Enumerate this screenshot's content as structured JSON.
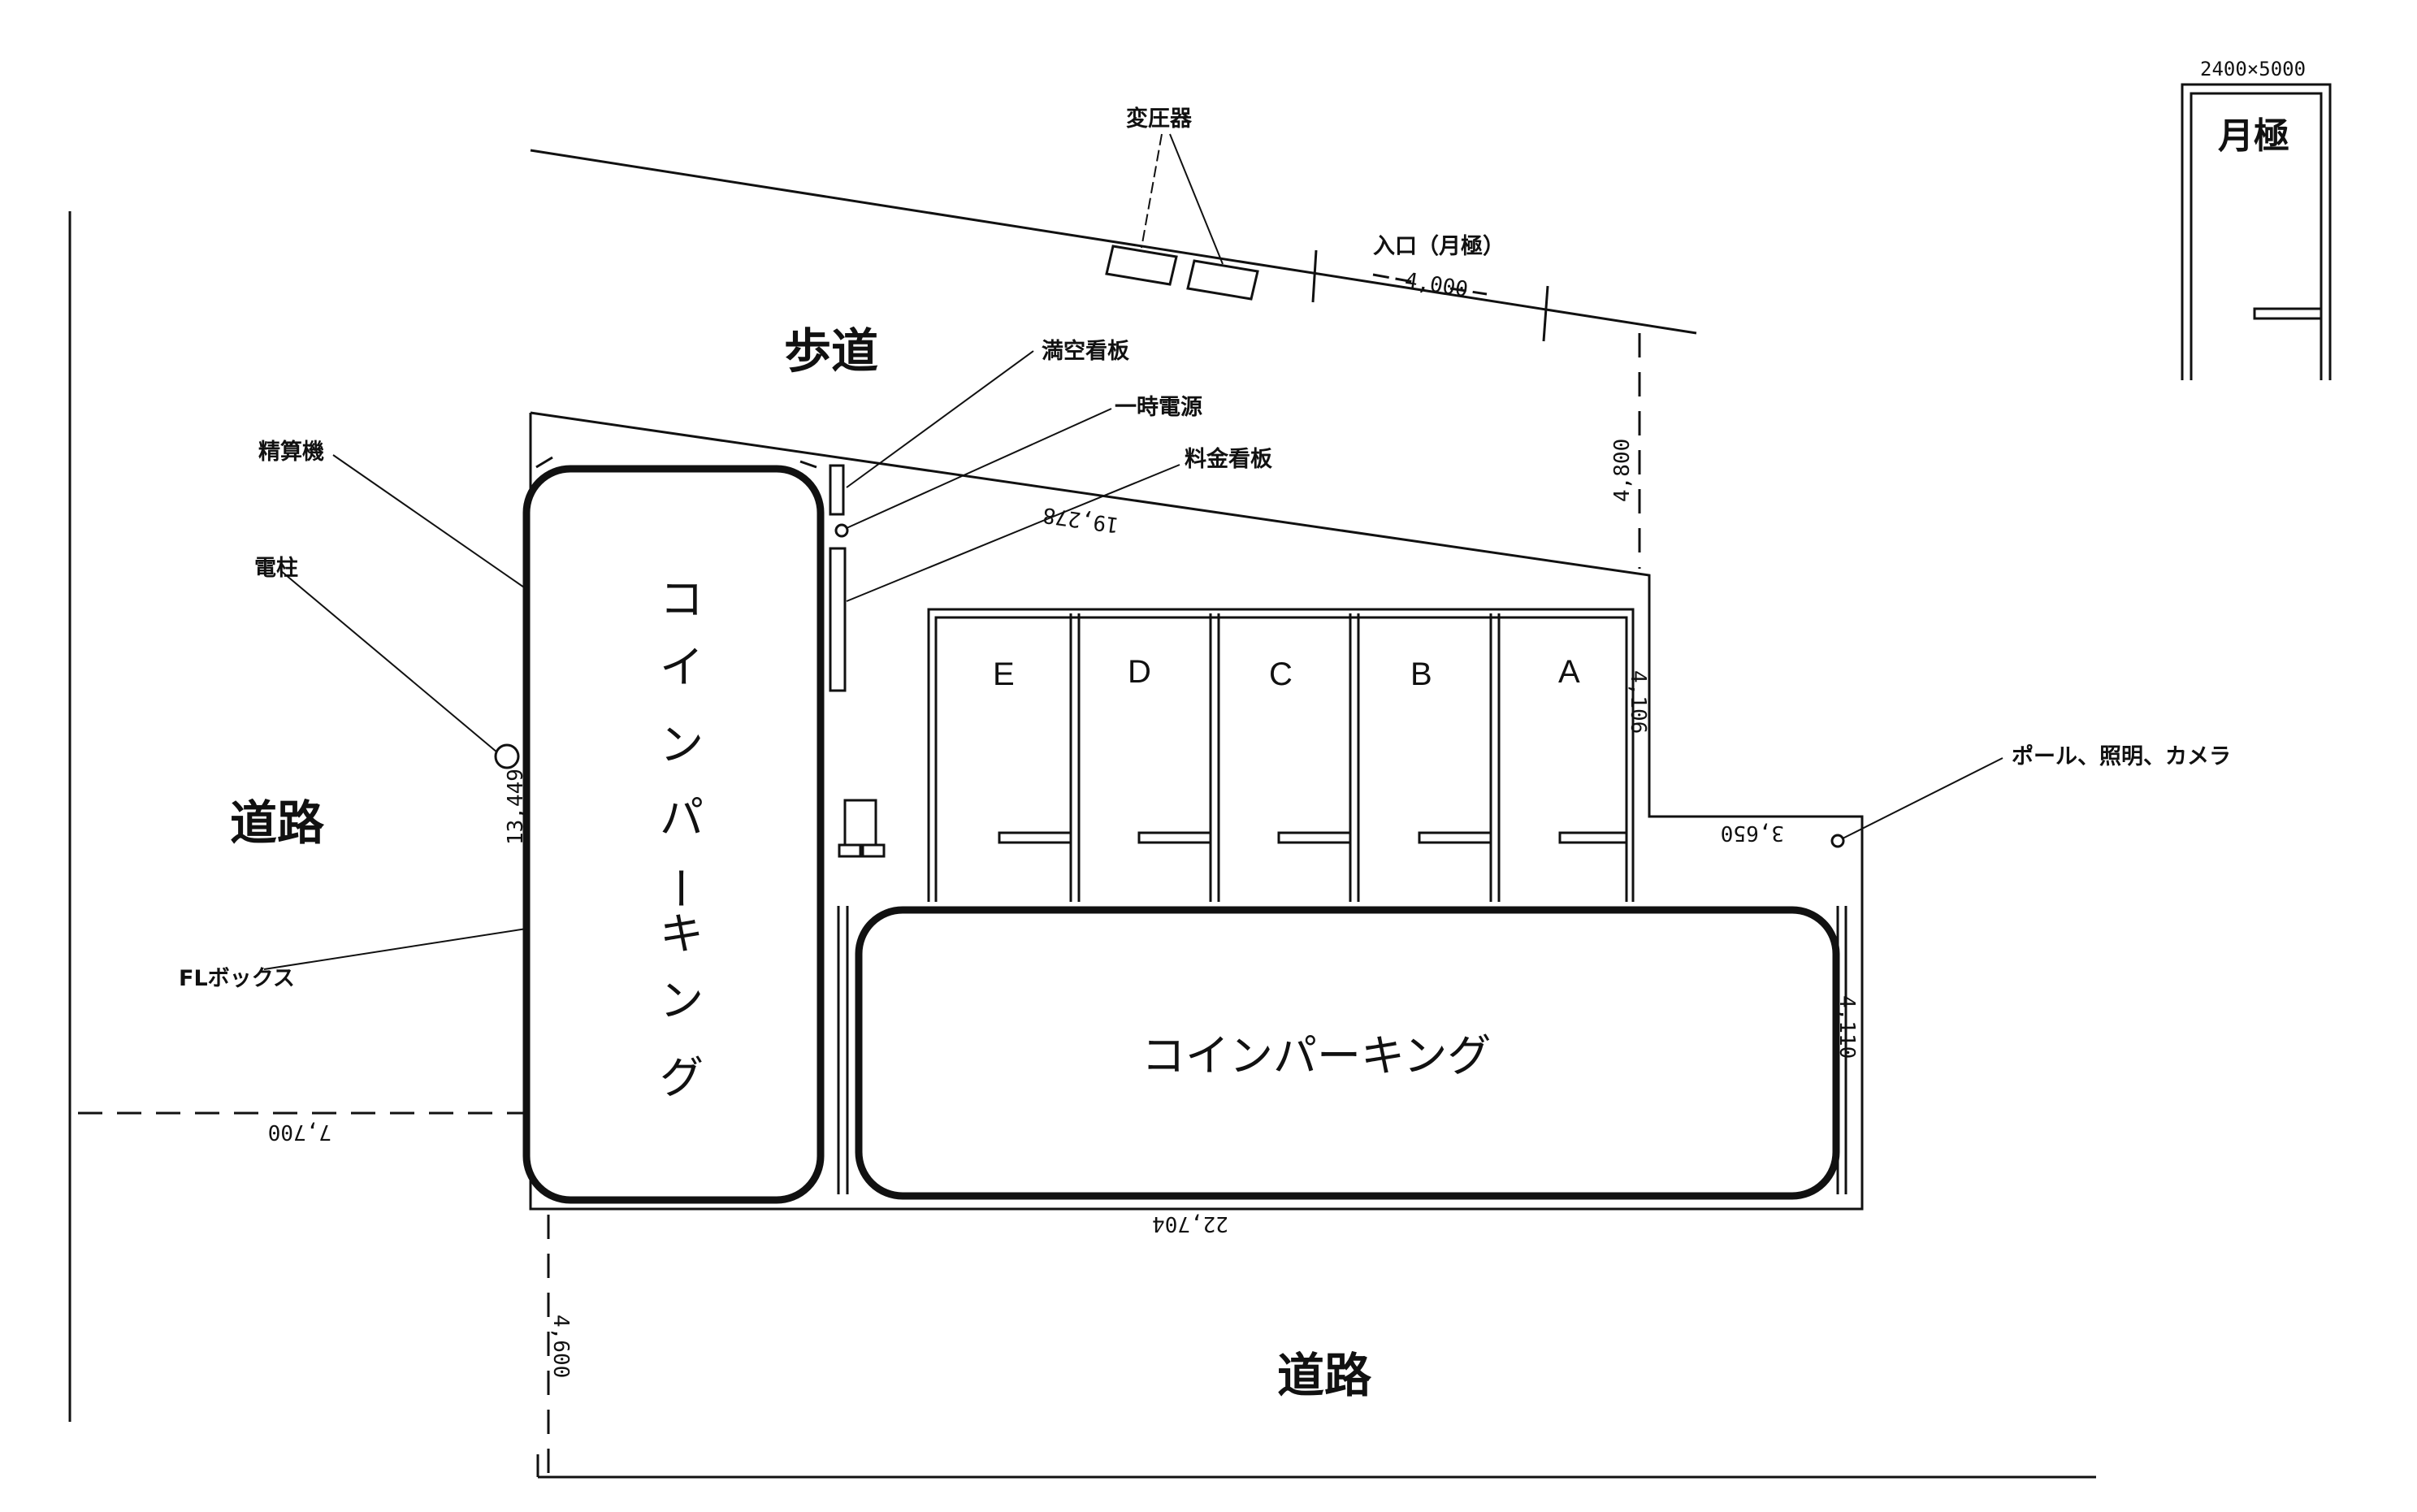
{
  "areas": {
    "sidewalk": "歩道",
    "road_left": "道路",
    "road_bottom": "道路"
  },
  "callouts": {
    "transformer": "変圧器",
    "entrance": "入口（月極）",
    "vacancy_sign": "満空看板",
    "temp_power": "一時電源",
    "fee_sign": "料金看板",
    "payment_machine": "精算機",
    "utility_pole": "電柱",
    "fl_box": "FLボックス",
    "pole_light_camera": "ポール、照明、カメラ"
  },
  "dimensions": {
    "entrance_width": "4,000",
    "top_edge": "19,278",
    "right_upper": "4,800",
    "bay_depth": "4,106",
    "left_edge": "13,449",
    "step_width": "3,650",
    "right_lower": "4,110",
    "left_road": "7,700",
    "bottom_edge": "22,704",
    "bottom_road": "4,600"
  },
  "monthly_bays": [
    "E",
    "D",
    "C",
    "B",
    "A"
  ],
  "coin_parking_vertical": [
    "コ",
    "イ",
    "ン",
    "パ",
    "ー",
    "キ",
    "ン",
    "グ"
  ],
  "coin_parking_horizontal": "コインパーキング",
  "legend": {
    "size": "2400×5000",
    "label": "月極"
  }
}
